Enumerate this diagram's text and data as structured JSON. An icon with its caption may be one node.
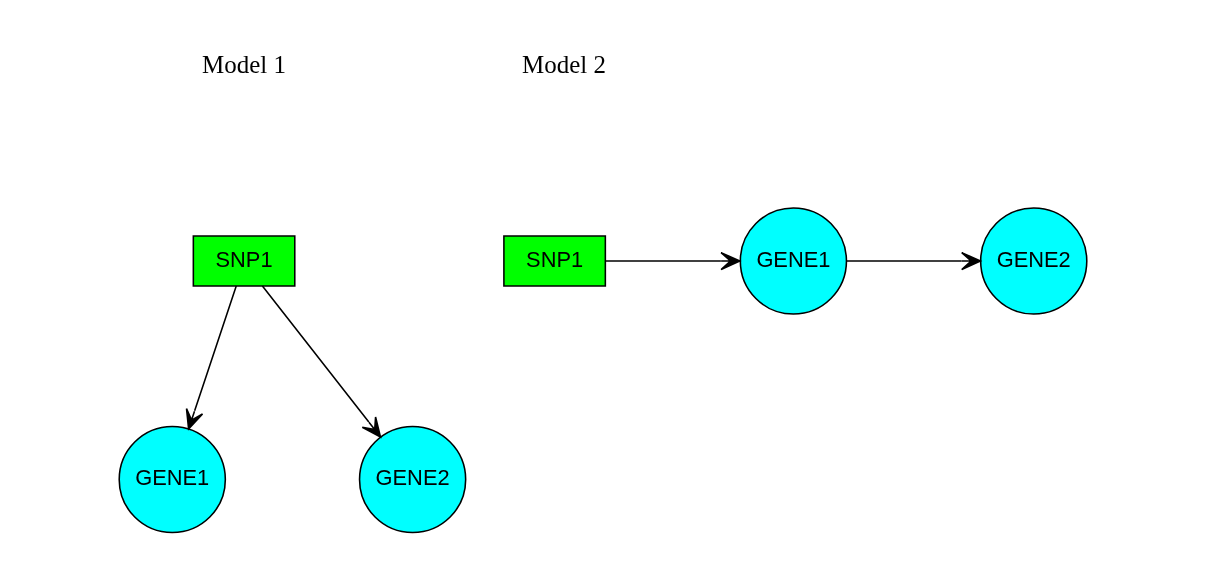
{
  "diagram": {
    "nodes": [
      {
        "text": [
          "SNP1"
        ]
      },
      {
        "text": [
          "GENE1"
        ]
      },
      {
        "text": [
          "GENE2"
        ]
      },
      {
        "text": [
          "SNP1"
        ]
      },
      {
        "text": [
          "GENE1"
        ]
      },
      {
        "text": [
          "GENE2"
        ]
      }
    ],
    "edges": [
      {
        "from": 0,
        "to": 1,
        "arrow": "to"
      },
      {
        "from": 0,
        "to": 2,
        "arrow": "to"
      },
      {
        "from": 3,
        "to": 4,
        "arrow": "to"
      },
      {
        "from": 4,
        "to": 5,
        "arrow": "to"
      }
    ],
    "labels": [
      "Model 1",
      "Model 2"
    ]
  }
}
